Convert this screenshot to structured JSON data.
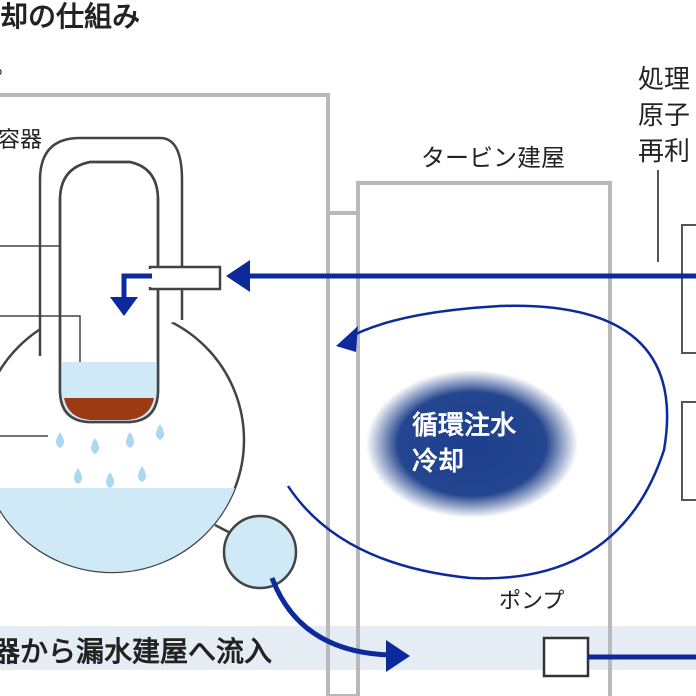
{
  "title": "冷却の仕組み",
  "labels": {
    "vessel": "容器",
    "turbine_building": "タービン建屋",
    "side_note": [
      "処理",
      "原子",
      "再利"
    ],
    "cooling": [
      "循環注水",
      "冷却"
    ],
    "pump": "ポンプ",
    "leak": "器から漏水建屋へ流入",
    "top_fragment": "。"
  },
  "icons": [
    "flow-arrow",
    "circulation-loop",
    "pump-box",
    "water-droplet"
  ],
  "colors": {
    "flow": "#0d2a9c",
    "cooling_fill": "#1e3f8e",
    "water": "#cfe9f6",
    "debris": "#9b3a13",
    "building_line": "#b9b9b9",
    "floor": "#e5ecf4"
  }
}
